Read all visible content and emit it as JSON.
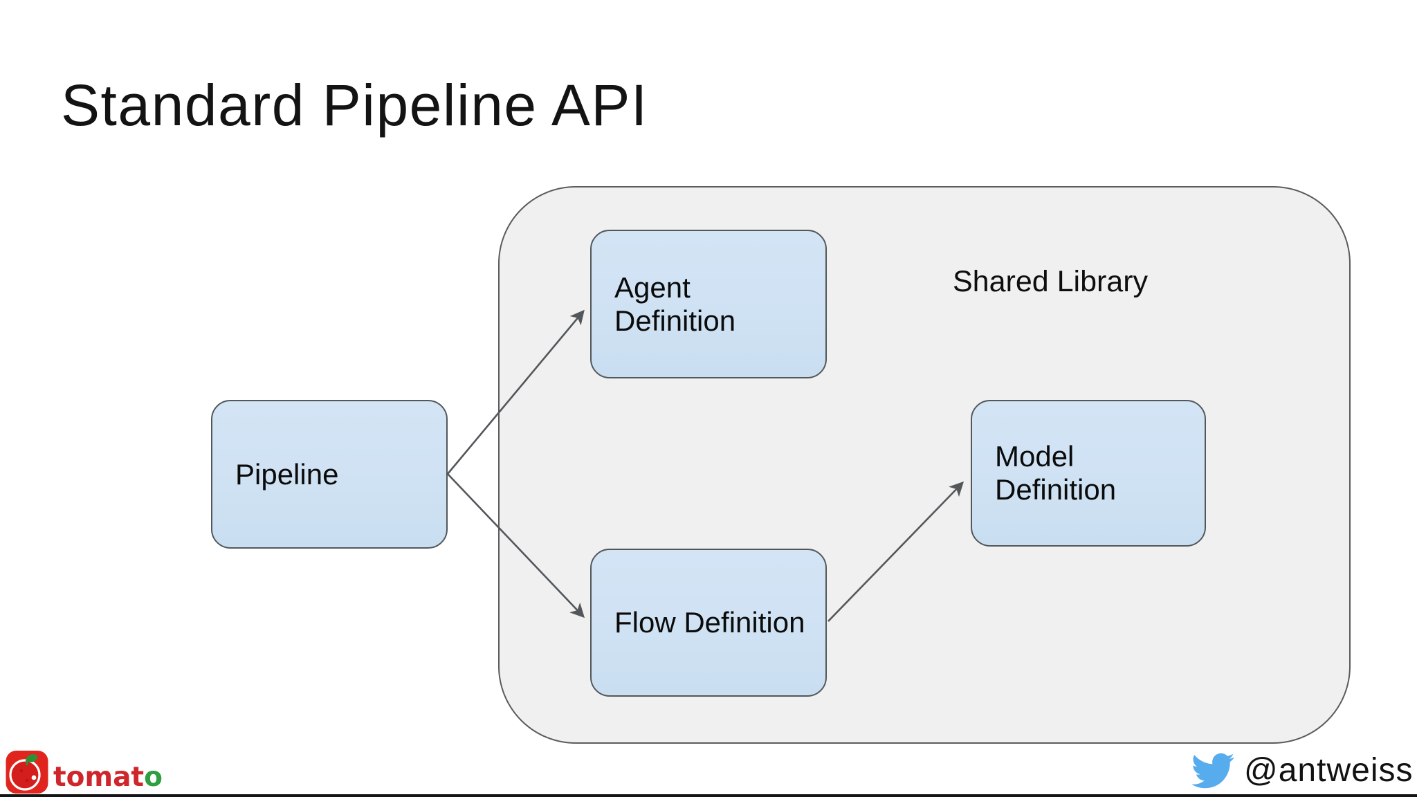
{
  "slide": {
    "title": "Standard Pipeline API"
  },
  "diagram": {
    "container_label": "Shared Library",
    "nodes": {
      "pipeline": {
        "label": "Pipeline",
        "lines": [
          "Pipeline"
        ]
      },
      "agent": {
        "label": "Agent Definition",
        "lines": [
          "Agent",
          "Definition"
        ]
      },
      "flow": {
        "label": "Flow Definition",
        "lines": [
          "Flow Definition"
        ]
      },
      "model": {
        "label": "Model Definition",
        "lines": [
          "Model",
          "Definition"
        ]
      }
    },
    "edges": [
      {
        "from": "Pipeline",
        "to": "Agent Definition"
      },
      {
        "from": "Pipeline",
        "to": "Flow Definition"
      },
      {
        "from": "Flow Definition",
        "to": "Model Definition"
      }
    ]
  },
  "footer": {
    "brand_name": "tomato",
    "brand_letters": [
      "t",
      "o",
      "m",
      "a",
      "t",
      "o"
    ],
    "twitter_handle": "@antweiss"
  },
  "icons": {
    "brand": "tomato-logo-icon",
    "twitter": "twitter-bird-icon"
  },
  "colors": {
    "node_fill": "#cfe2f3",
    "node_border": "#53575a",
    "container_fill": "#f0f0f1",
    "container_border": "#5b5b5b",
    "arrow": "#53575a",
    "title_text": "#131313",
    "twitter_blue": "#57aced",
    "tomato_red": "#e0251f",
    "tomato_wordmark_red": "#cf262c",
    "tomato_wordmark_green": "#2f9e41",
    "bottom_bar": "#151515"
  }
}
